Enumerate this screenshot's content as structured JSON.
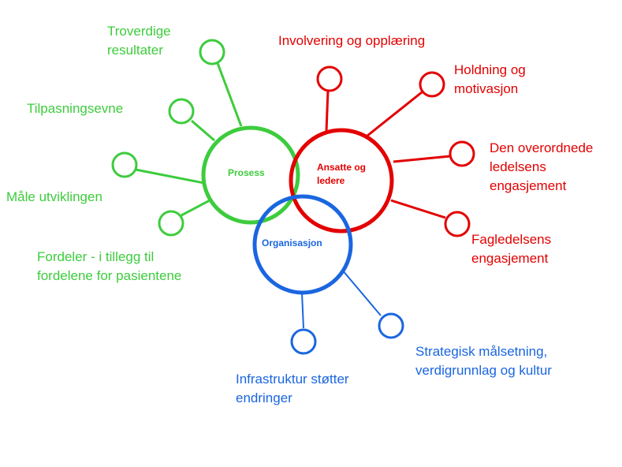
{
  "colors": {
    "green": "#3dcc3d",
    "red": "#e30000",
    "blue": "#1a66e0"
  },
  "hubs": {
    "process": "Prosess",
    "staff": "Ansatte og\nledere",
    "organisation": "Organisasjon"
  },
  "labels": {
    "trustworthy_results": "Troverdige\nresultater",
    "adaptability": "Tilpasningsevne",
    "measure_progress": "Måle utviklingen",
    "benefits": "Fordeler - i tillegg til\nfordelene for pasientene",
    "involvement": "Involvering og opplæring",
    "attitude": "Holdning og\nmotivasjon",
    "top_management": "Den overordnede\nledelsens\nengasjement",
    "professional_management": "Fagledelsens\nengasjement",
    "strategy": "Strategisk målsetning,\nverdigrunnlag og kultur",
    "infrastructure": "Infrastruktur støtter\nendringer"
  }
}
